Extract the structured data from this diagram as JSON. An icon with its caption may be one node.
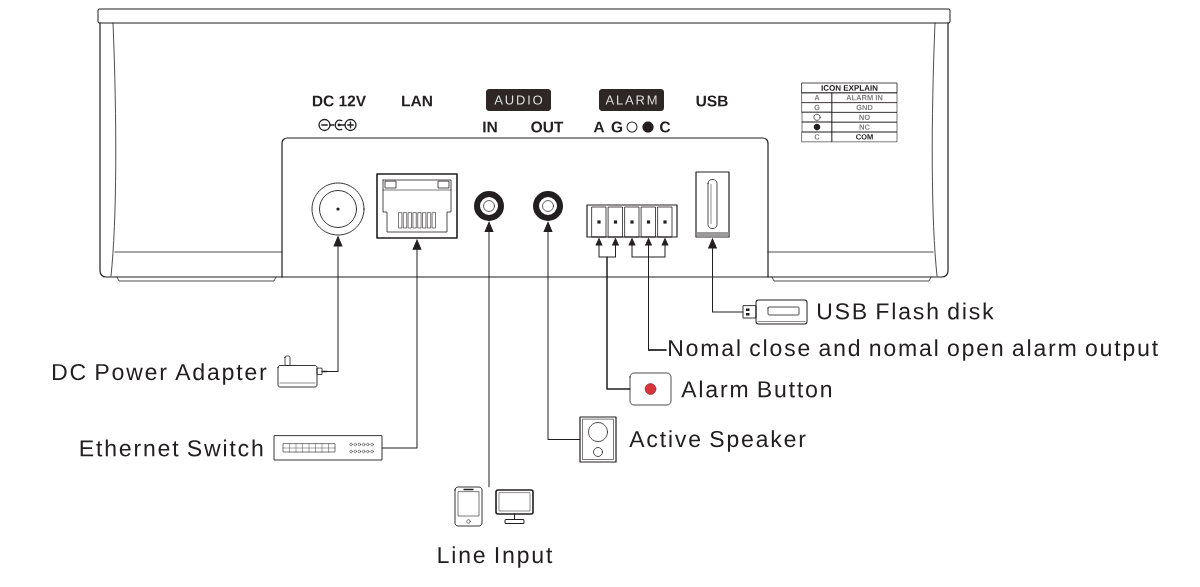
{
  "diagram": {
    "nodes": [
      {
        "text": [
          "AUDIO"
        ]
      },
      {
        "text": [
          "ALARM"
        ]
      },
      {
        "text": [],
        "shape": "circle"
      },
      {
        "text": [],
        "shape": "box"
      },
      {
        "text": [],
        "shape": "circle"
      },
      {
        "text": [],
        "shape": "circle"
      },
      {
        "text": [],
        "shape": "box"
      },
      {
        "text": [],
        "shape": "box",
        "in": 6
      },
      {
        "text": [],
        "shape": "box",
        "in": 6
      },
      {
        "text": [],
        "shape": "box",
        "in": 6
      },
      {
        "text": [],
        "shape": "box",
        "in": 6
      },
      {
        "text": [],
        "shape": "box",
        "in": 6
      },
      {
        "text": [],
        "shape": "box"
      },
      {
        "text": [],
        "shape": "picture",
        "beside": [
          "USB Flash disk"
        ]
      },
      {
        "text": [
          "Nomal close and nomal open alarm output"
        ]
      },
      {
        "text": [],
        "shape": "picture",
        "beside": [
          "DC Power Adapter"
        ]
      },
      {
        "text": [],
        "shape": "picture",
        "beside": [
          "Alarm Button"
        ]
      },
      {
        "text": [],
        "shape": "picture",
        "beside": [
          "Active Speaker"
        ]
      },
      {
        "text": [],
        "shape": "picture",
        "beside": [
          "Ethernet Switch"
        ]
      },
      {
        "text": [],
        "shape": "picture",
        "beside": [
          "Line Input"
        ]
      }
    ],
    "edges": [
      {
        "from": 13,
        "to": 12,
        "arrow": "to"
      },
      {
        "from": 14,
        "to": 9,
        "arrow": "to"
      },
      {
        "from": 14,
        "to": 10,
        "arrow": "to"
      },
      {
        "from": 14,
        "to": 11,
        "arrow": "to"
      },
      {
        "from": 15,
        "to": 2,
        "arrow": "to"
      },
      {
        "from": 16,
        "to": 7,
        "arrow": "to"
      },
      {
        "from": 16,
        "to": 8,
        "arrow": "to"
      },
      {
        "from": 17,
        "to": 5,
        "arrow": "to"
      },
      {
        "from": 18,
        "to": 3,
        "arrow": "to"
      },
      {
        "from": 19,
        "to": 4,
        "arrow": "to"
      }
    ],
    "labels": [
      "DC 12V",
      "LAN",
      "USB",
      "IN",
      "OUT",
      "A",
      "G",
      "C",
      "ICON EXPLAIN",
      "A",
      "ALARM IN",
      "G",
      "GND",
      "NO",
      "NC",
      "C",
      "COM"
    ]
  }
}
